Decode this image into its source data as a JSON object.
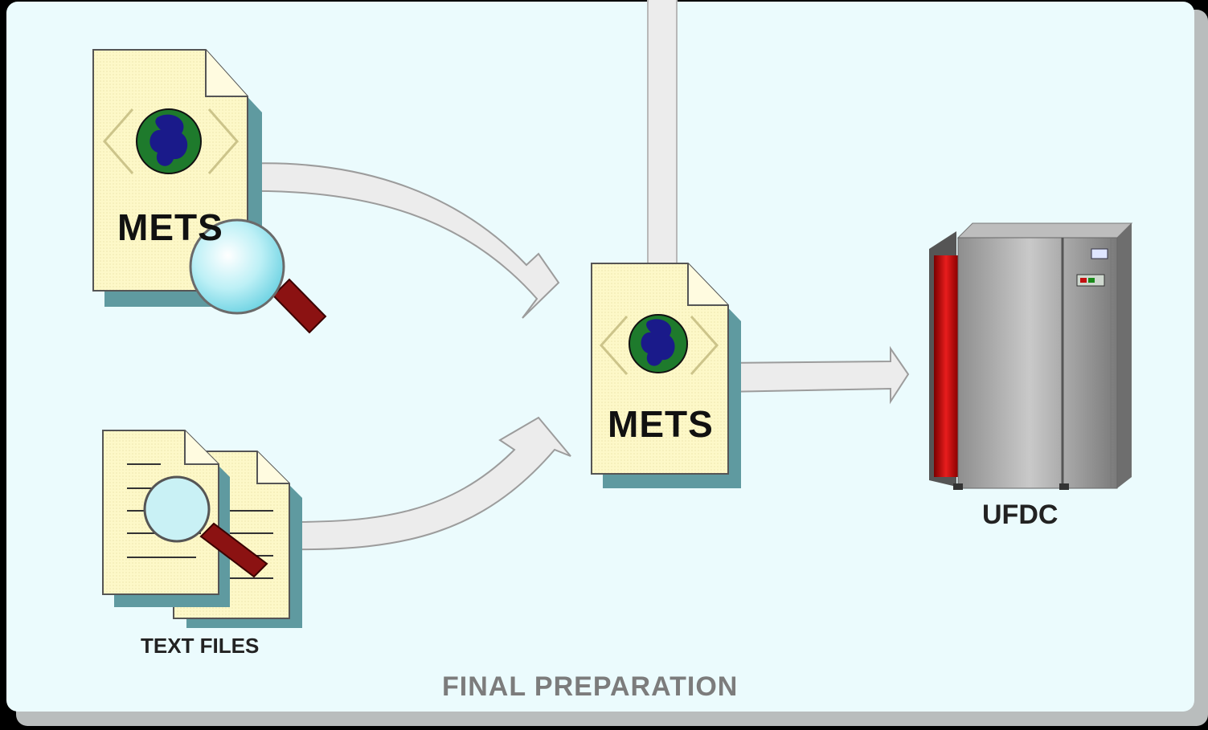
{
  "diagram": {
    "caption": "FINAL PREPARATION",
    "nodes": {
      "mets_source": {
        "label": "METS"
      },
      "text_files": {
        "label": "TEXT FILES"
      },
      "mets_target": {
        "label": "METS"
      },
      "ufdc": {
        "label": "UFDC"
      }
    }
  },
  "colors": {
    "panel_background": "#ebfbfd",
    "document_fill": "#fdf8c8",
    "document_shadow": "#5f9aa0",
    "arrow_fill": "#ececec",
    "server_body": "#9a9a9a",
    "server_red": "#d01414",
    "magnifier_handle": "#8b1212",
    "caption_text": "#7c7c7c"
  },
  "icons": [
    "globe-icon",
    "magnifier-icon",
    "server-icon",
    "document-icon"
  ]
}
